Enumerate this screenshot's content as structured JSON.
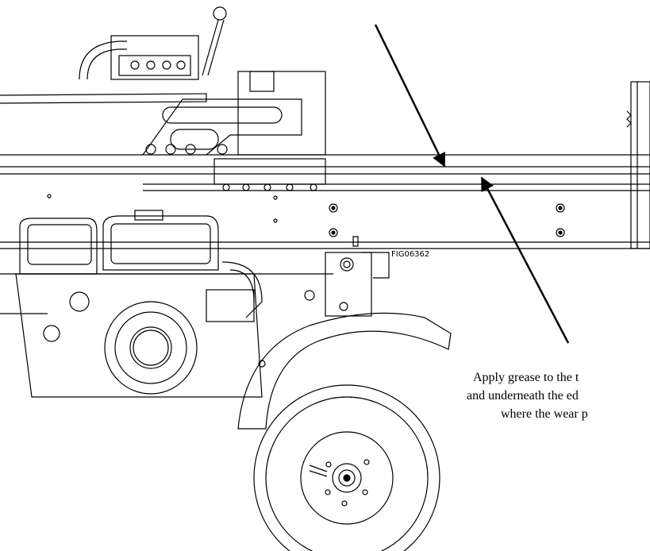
{
  "figure": {
    "figure_id": "FIG06362",
    "caption_lines": [
      "Apply grease to the t",
      "and underneath the ed",
      "where the wear p"
    ]
  }
}
